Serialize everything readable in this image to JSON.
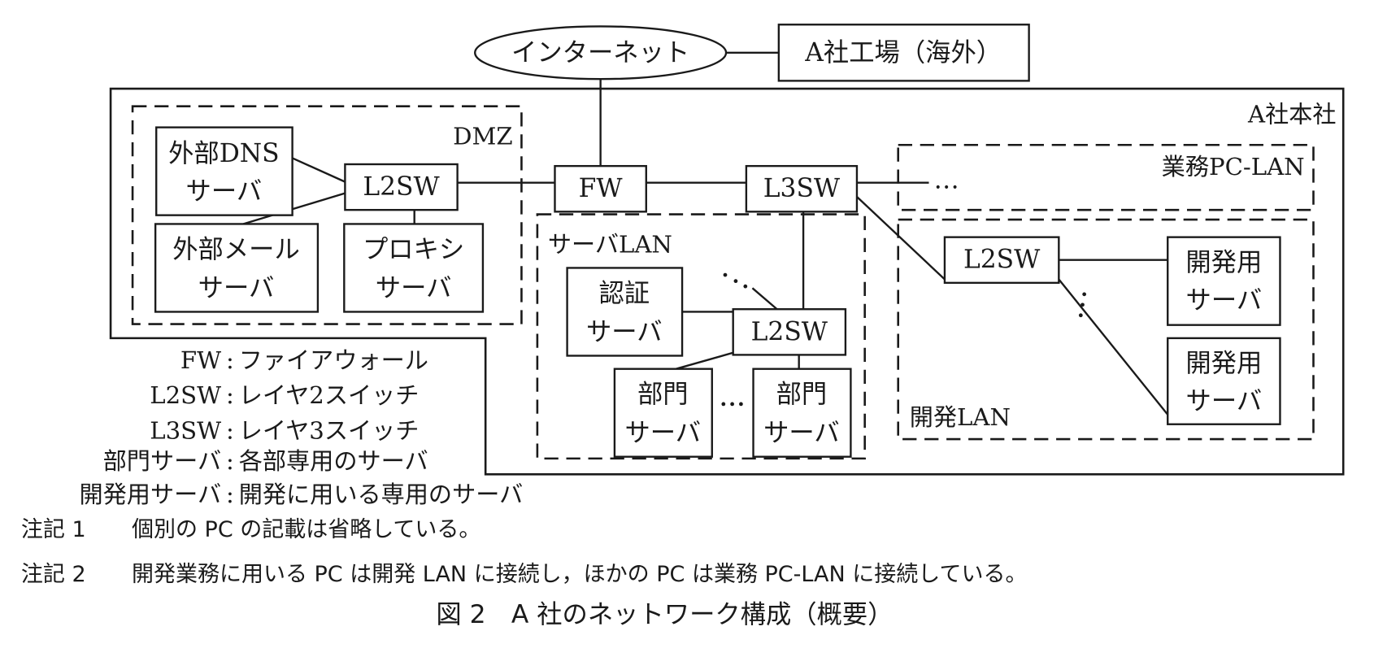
{
  "nodes": {
    "internet": "インターネット",
    "factory": "A社工場（海外）",
    "dns": [
      "外部DNS",
      "サーバ"
    ],
    "dmz_l2sw": "L2SW",
    "mail": [
      "外部メール",
      "サーバ"
    ],
    "proxy": [
      "プロキシ",
      "サーバ"
    ],
    "fw": "FW",
    "l3sw": "L3SW",
    "server_l2sw": "L2SW",
    "auth": [
      "認証",
      "サーバ"
    ],
    "dept1": [
      "部門",
      "サーバ"
    ],
    "dept2": [
      "部門",
      "サーバ"
    ],
    "dev_l2sw": "L2SW",
    "dev1": [
      "開発用",
      "サーバ"
    ],
    "dev2": [
      "開発用",
      "サーバ"
    ]
  },
  "zones": {
    "hq": "A社本社",
    "dmz": "DMZ",
    "business_lan": "業務PC-LAN",
    "server_lan": "サーバLAN",
    "dev_lan": "開発LAN"
  },
  "ellipsis": "…",
  "legend": [
    {
      "term": "FW",
      "desc": "ファイアウォール"
    },
    {
      "term": "L2SW",
      "desc": "レイヤ2スイッチ"
    },
    {
      "term": "L3SW",
      "desc": "レイヤ3スイッチ"
    },
    {
      "term": "部門サーバ",
      "desc": "各部専用のサーバ"
    },
    {
      "term": "開発用サーバ",
      "desc": "開発に用いる専用のサーバ"
    }
  ],
  "legend_separator": ":",
  "notes": [
    {
      "label": "注記 1",
      "text": "個別の PC の記載は省略している。"
    },
    {
      "label": "注記 2",
      "text": "開発業務に用いる PC は開発 LAN に接続し，ほかの PC は業務 PC-LAN に接続している。"
    }
  ],
  "caption": "図 2　A 社のネットワーク構成（概要）"
}
